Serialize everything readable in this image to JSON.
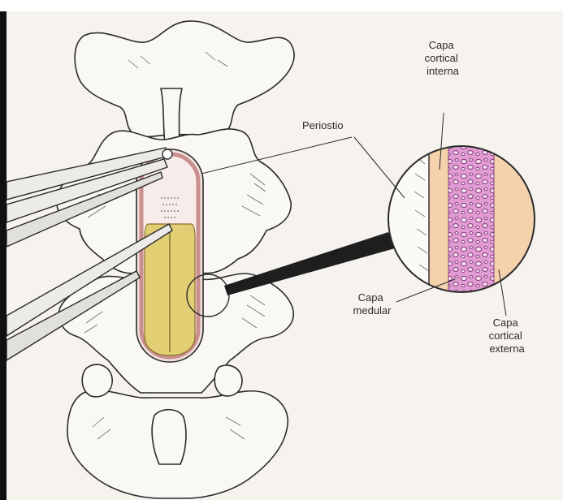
{
  "labels": {
    "periostio": "Periostio",
    "cortical_interna": [
      "Capa",
      "cortical",
      "interna"
    ],
    "medular": [
      "Capa",
      "medular"
    ],
    "cortical_externa": [
      "Capa",
      "cortical",
      "externa"
    ]
  },
  "colors": {
    "paper": "#f6f3ef",
    "bone_outline": "#2b2b2b",
    "graft_yellow": "#e3cf73",
    "periosteum_pink": "#c98f8f",
    "cortical_cream": "#f3d2ac",
    "medullary_pink": "#df9bd2",
    "trabecula": "#8a3f7e"
  }
}
